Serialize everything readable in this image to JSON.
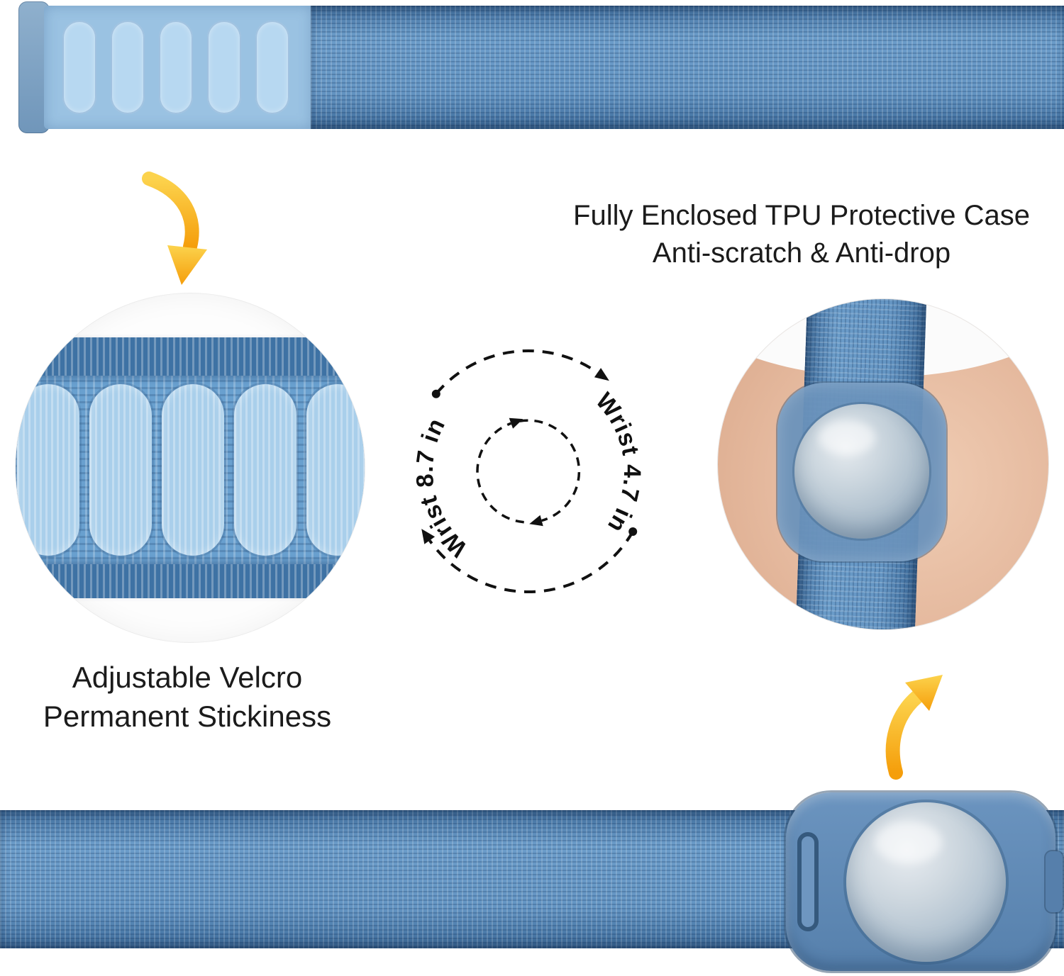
{
  "product_labels": {
    "tpu_case_line1": "Fully Enclosed TPU Protective Case",
    "tpu_case_line2": "Anti-scratch & Anti-drop",
    "velcro_line1": "Adjustable Velcro",
    "velcro_line2": "Permanent Stickiness"
  },
  "wrist_sizes": {
    "max": "Wrist 8.7 in",
    "min": "Wrist 4.7 in"
  },
  "colors": {
    "strap_blue": "#5b89b7",
    "strap_dark_blue": "#3e72a4",
    "velcro_light_blue": "#aacfeb",
    "velcro_panel_blue": "#9ac2e2",
    "case_blue": "#5f89b5",
    "airtag_window_grey": "#c6d2db",
    "arrow_yellow": "#f6b51e",
    "arrow_yellow_light": "#fcd34d",
    "text_black": "#1b1b1b",
    "skin_tone": "#e8c3aa",
    "background_white": "#ffffff"
  },
  "icons": {
    "rotation_diagram": "circular-dashed-arrows-icon",
    "top_arrow": "curved-arrow-down-icon",
    "bottom_arrow": "curved-arrow-up-icon"
  }
}
